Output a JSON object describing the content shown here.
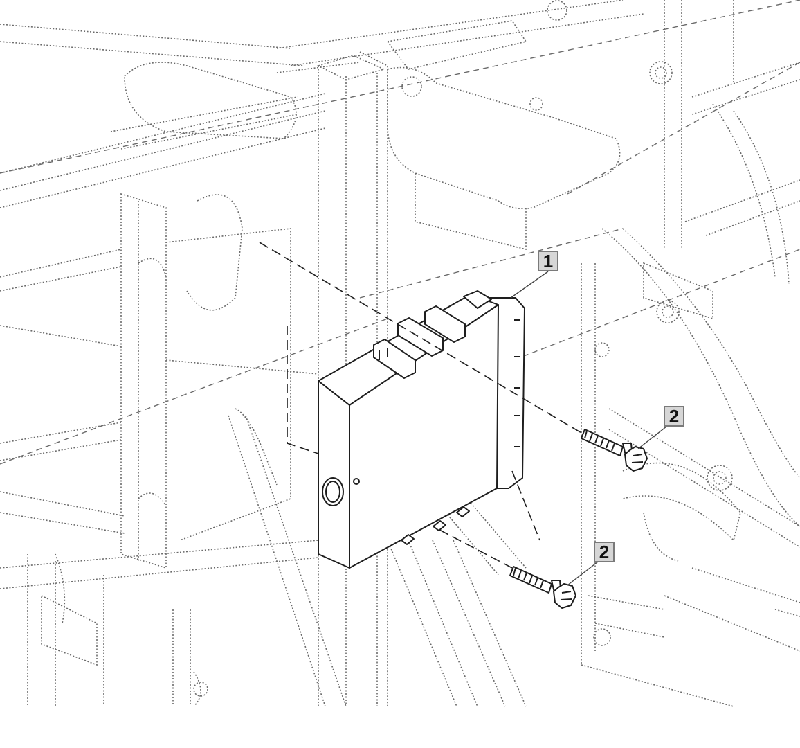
{
  "callouts": [
    {
      "id": "callout-1",
      "label": "1",
      "part": "control-module"
    },
    {
      "id": "callout-2a",
      "label": "2",
      "part": "flange-bolt-upper"
    },
    {
      "id": "callout-2b",
      "label": "2",
      "part": "flange-bolt-lower"
    }
  ],
  "colors": {
    "line": "#222222",
    "background_line": "#6a6a6a",
    "callout_fill": "#d6d6d6",
    "callout_border": "#7a7a7a",
    "background": "#ffffff"
  }
}
